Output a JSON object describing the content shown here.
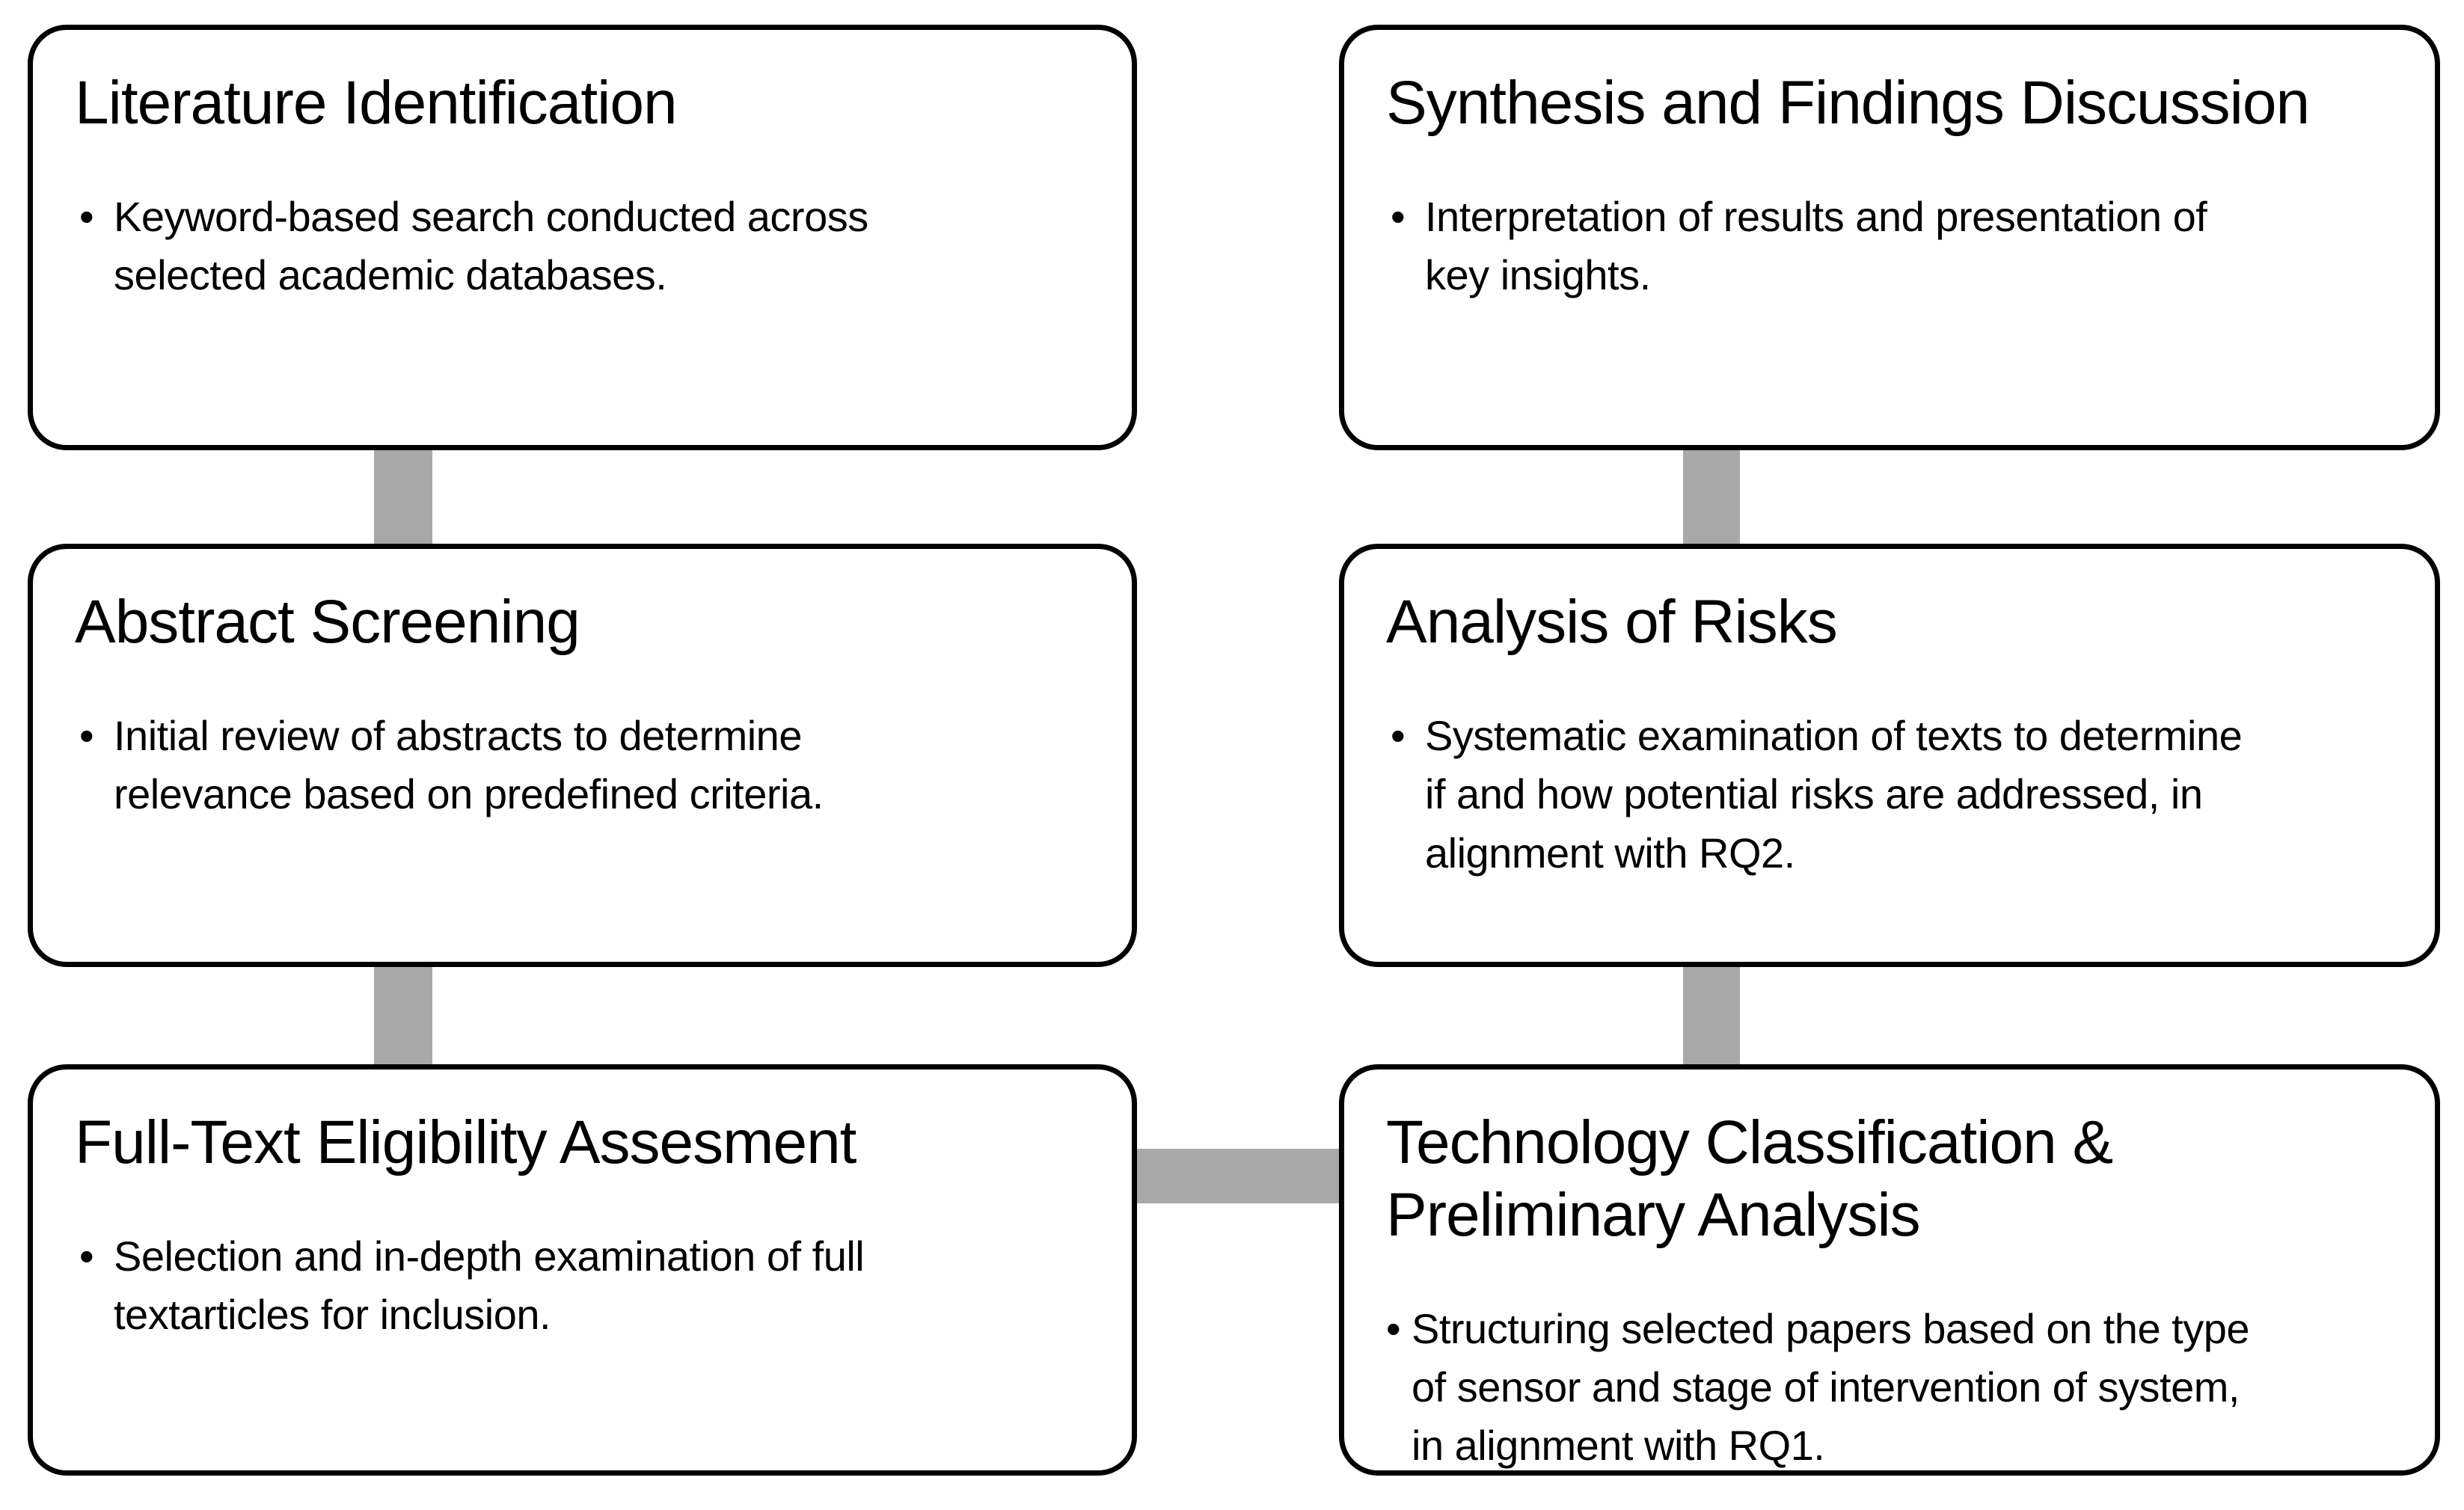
{
  "diagram": {
    "title": "Literature review methodology flowchart",
    "bullet_char": "•",
    "colors": {
      "connector": "#a8a8a8",
      "box_border": "#000000",
      "box_fill": "#ffffff",
      "text": "#000000"
    },
    "nodes": [
      {
        "id": "literature-identification",
        "title": "Literature Identification",
        "bullet": "Keyword-based search conducted across\nselected academic databases."
      },
      {
        "id": "abstract-screening",
        "title": "Abstract Screening",
        "bullet": "Initial review of abstracts to determine\nrelevance based on predefined criteria."
      },
      {
        "id": "full-text-eligibility-assesment",
        "title": "Full-Text Eligibility Assesment",
        "bullet": "Selection and in-depth examination of full\ntextarticles for inclusion."
      },
      {
        "id": "synthesis-and-findings-discussion",
        "title": "Synthesis and Findings Discussion",
        "bullet": "Interpretation of results and presentation of\nkey insights."
      },
      {
        "id": "analysis-of-risks",
        "title": "Analysis of Risks",
        "bullet": "Systematic examination of texts to determine\nif and how potential risks are addressed, in\nalignment with RQ2."
      },
      {
        "id": "technology-classification-preliminary-analysis",
        "title": "Technology Classification &\nPreliminary Analysis",
        "bullet": "Structuring selected papers based on the type\nof sensor and stage of intervention of system,\nin alignment with RQ1."
      }
    ],
    "connectors": [
      {
        "id": "left-top",
        "from": "literature-identification",
        "to": "abstract-screening"
      },
      {
        "id": "left-bottom",
        "from": "abstract-screening",
        "to": "full-text-eligibility-assesment"
      },
      {
        "id": "horizontal",
        "from": "full-text-eligibility-assesment",
        "to": "technology-classification-preliminary-analysis"
      },
      {
        "id": "right-bottom",
        "from": "technology-classification-preliminary-analysis",
        "to": "analysis-of-risks"
      },
      {
        "id": "right-top",
        "from": "analysis-of-risks",
        "to": "synthesis-and-findings-discussion"
      }
    ]
  }
}
